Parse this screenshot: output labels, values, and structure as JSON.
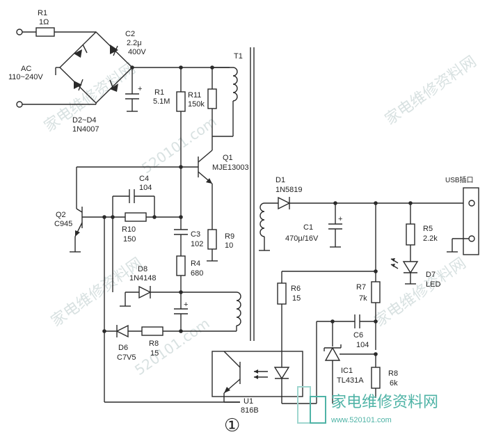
{
  "colors": {
    "ink": "#2a2a2a",
    "logo_green": "#4fb3a6",
    "logo_light": "#9fd6cf",
    "watermark": "#b9c9c9"
  },
  "labels": {
    "r1_top_name": "R1",
    "r1_top_val": "1Ω",
    "c2_name": "C2",
    "c2_val1": "2.2μ",
    "c2_val2": "400V",
    "ac_name": "AC",
    "ac_val": "110~240V",
    "d2_name": "D2~D4",
    "d2_val": "1N4007",
    "r1_name": "R1",
    "r1_val": "5.1M",
    "r11_name": "R11",
    "r11_val": "150k",
    "t1_name": "T1",
    "q1_name": "Q1",
    "q1_val": "MJE13003",
    "c4_name": "C4",
    "c4_val": "104",
    "q2_name": "Q2",
    "q2_val": "C945",
    "r10_name": "R10",
    "r10_val": "150",
    "c3_name": "C3",
    "c3_val": "102",
    "r9_name": "R9",
    "r9_val": "10",
    "r4_name": "R4",
    "r4_val": "680",
    "d8_name": "D8",
    "d8_val": "1N4148",
    "d6_name": "D6",
    "d6_val": "C7V5",
    "r8a_name": "R8",
    "r8a_val": "15",
    "d1_name": "D1",
    "d1_val": "1N5819",
    "c1_name": "C1",
    "c1_val": "470μ/16V",
    "usb_label": "USB插口",
    "r5_name": "R5",
    "r5_val": "2.2k",
    "d7_name": "D7",
    "d7_val": "LED",
    "r6_name": "R6",
    "r6_val": "15",
    "r7_name": "R7",
    "r7_val": "7k",
    "c6_name": "C6",
    "c6_val": "104",
    "ic1_name": "IC1",
    "ic1_val": "TL431A",
    "r8b_name": "R8",
    "r8b_val": "6k",
    "u1_name": "U1",
    "u1_val": "816B",
    "figure_number": "①"
  },
  "logo": {
    "text": "家电维修资料网",
    "url": "www.520101.com"
  },
  "watermark": {
    "text": "家电维修资料网",
    "domain": "520101.com"
  }
}
